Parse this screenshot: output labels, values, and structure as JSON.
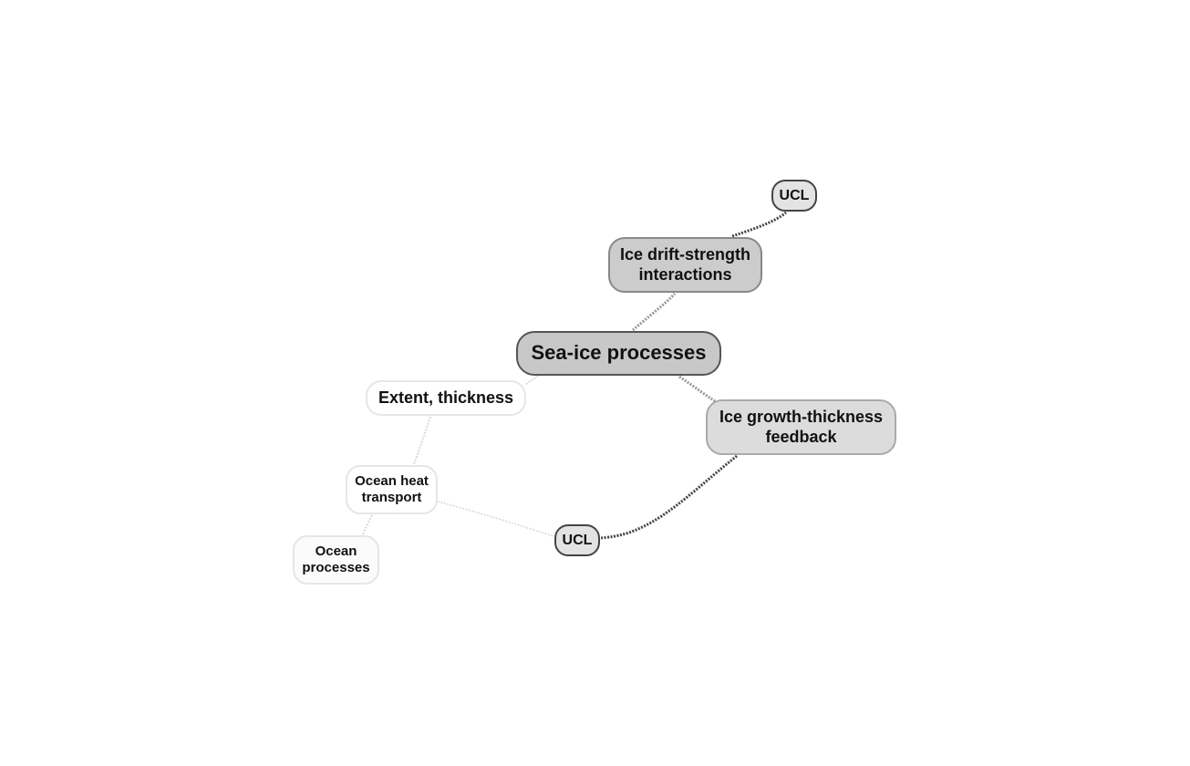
{
  "diagram": {
    "nodes": [
      {
        "id": "root",
        "label": "Sea-ice processes"
      },
      {
        "id": "drift",
        "label": "Ice drift-strength\ninteractions"
      },
      {
        "id": "ucl1",
        "label": "UCL"
      },
      {
        "id": "growth",
        "label": "Ice growth-thickness\nfeedback"
      },
      {
        "id": "ucl2",
        "label": "UCL"
      },
      {
        "id": "extent",
        "label": "Extent, thickness"
      },
      {
        "id": "heat",
        "label": "Ocean heat\ntransport"
      },
      {
        "id": "ocean",
        "label": "Ocean\nprocesses"
      }
    ],
    "edges": [
      {
        "from": "root",
        "to": "drift"
      },
      {
        "from": "drift",
        "to": "ucl1"
      },
      {
        "from": "root",
        "to": "growth"
      },
      {
        "from": "growth",
        "to": "ucl2"
      },
      {
        "from": "root",
        "to": "extent"
      },
      {
        "from": "extent",
        "to": "heat"
      },
      {
        "from": "heat",
        "to": "ucl2"
      },
      {
        "from": "heat",
        "to": "ocean"
      }
    ]
  },
  "colors": {
    "edge_dark": "#444444",
    "edge_mid": "#999999",
    "edge_light": "#d8d8d8"
  }
}
